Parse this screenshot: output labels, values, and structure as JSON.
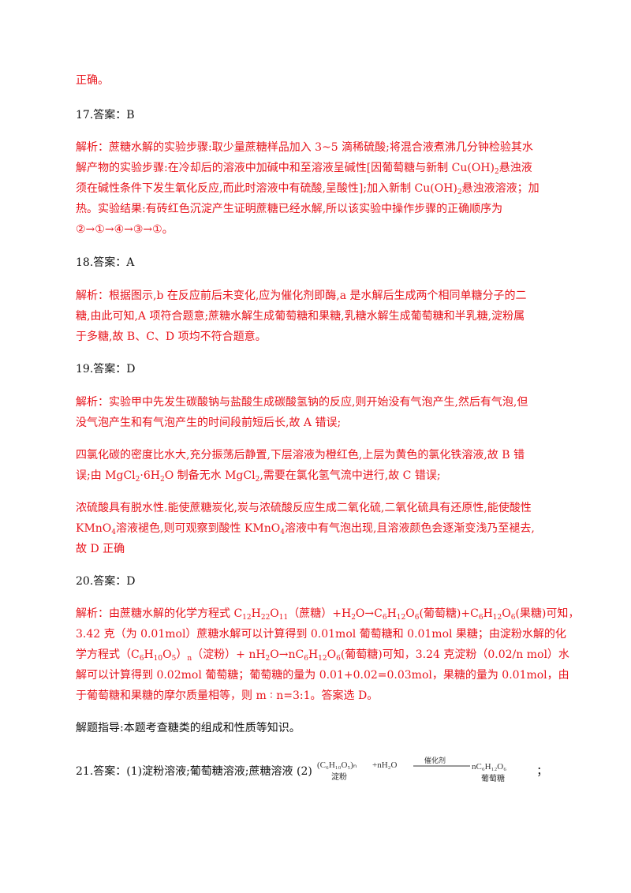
{
  "lines": {
    "l0": "正确。",
    "q17_head": "17.答案：B",
    "q17_a1": "解析：蔗糖水解的实验步骤:取少量蔗糖样品加入 3~5 滴稀硫酸;将混合液煮沸几分钟检验其水",
    "q17_a2_pre": "解产物的实验步骤:在冷却后的溶液中加碱中和至溶液呈碱性[因葡萄糖与新制 Cu(OH)",
    "q17_a2_post": "悬浊液",
    "q17_a3_pre": "须在碱性条件下发生氧化反应,而此时溶液中有硫酸,呈酸性];加入新制 Cu(OH)",
    "q17_a3_post": "悬浊液溶液；加",
    "q17_a4": "热。实验结果:有砖红色沉淀产生证明蔗糖已经水解,所以该实验中操作步骤的正确顺序为",
    "q17_a5": "②→①→④→③→①。",
    "q18_head": "18.答案：A",
    "q18_a1": "解析：根据图示,b 在反应前后未变化,应为催化剂即酶,a 是水解后生成两个相同单糖分子的二",
    "q18_a2": "糖,由此可知,A 项符合题意;蔗糖水解生成葡萄糖和果糖,乳糖水解生成葡萄糖和半乳糖,淀粉属",
    "q18_a3": "于多糖,故 B、C、D 项均不符合题意。",
    "q19_head": "19.答案：D",
    "q19_a1": "解析：实验甲中先发生碳酸钠与盐酸生成碳酸氢钠的反应,则开始没有气泡产生,然后有气泡,但",
    "q19_a2": "没气泡产生和有气泡产生的时间段前短后长,故 A 错误;",
    "q19_b1": "四氯化碳的密度比水大,充分振荡后静置,下层溶液为橙红色,上层为黄色的氯化铁溶液,故 B 错",
    "q19_b2_p1": "误;由 MgCl",
    "q19_b2_p2": "·6H",
    "q19_b2_p3": "O 制备无水 MgCl",
    "q19_b2_p4": ",需要在氯化氢气流中进行,故 C 错误;",
    "q19_c1": "浓硫酸具有脱水性.能使蔗糖炭化,炭与浓硫酸反应生成二氧化硫,二氧化硫具有还原性,能使酸性",
    "q19_c2_p1": "KMnO",
    "q19_c2_p2": "溶液褪色,则可观察到酸性 KMnO",
    "q19_c2_p3": "溶液中有气泡出现,且溶液颜色会逐渐变浅乃至褪去,",
    "q19_c3": "故 D 正确",
    "q20_head": "20.答案：D",
    "q20_a1_p1": "解析：由蔗糖水解的化学方程式 C",
    "q20_a1_p2": "H",
    "q20_a1_p3": "O",
    "q20_a1_p4": "（蔗糖）+H",
    "q20_a1_p5": "O→C",
    "q20_a1_p6": "H",
    "q20_a1_p7": "O",
    "q20_a1_p8": "(葡萄糖)+C",
    "q20_a1_p9": "H",
    "q20_a1_p10": "O",
    "q20_a1_p11": "(果糖)可知，",
    "q20_a2": "3.42 克（为 0.01mol）蔗糖水解可以计算得到 0.01mol 葡萄糖和 0.01mol 果糖；由淀粉水解的化",
    "q20_a3_p1": "学方程式（C",
    "q20_a3_p2": "H",
    "q20_a3_p3": "O",
    "q20_a3_p4": "）",
    "q20_a3_p5": "（淀粉）+ nH",
    "q20_a3_p6": "O→nC",
    "q20_a3_p7": "H",
    "q20_a3_p8": "O",
    "q20_a3_p9": "(葡萄糖)可知，3.24 克淀粉（0.02/n mol）水",
    "q20_a4": "解可以计算得到 0.02mol 葡萄糖；葡萄糖的量为 0.01+0.02=0.03mol，果糖的量为 0.01mol，由",
    "q20_a5": "于葡萄糖和果糖的摩尔质量相等，则 m ∶ n=3:1。答案选 D。",
    "guide": "解题指导:本题考查糖类的组成和性质等知识。",
    "q21_head": "21.答案：(1)淀粉溶液;葡萄糖溶液;蔗糖溶液  (2)",
    "q21_tail": "；"
  },
  "subs": {
    "two": "2",
    "four": "4",
    "twelve": "12",
    "twentytwo": "22",
    "eleven": "11",
    "six": "6",
    "ten": "10",
    "five": "5",
    "n": "n"
  },
  "equation": {
    "left": "(C₆H₁₀O₅)ₙ",
    "left_label": "淀粉",
    "plus": "+nH₂O",
    "catalyst": "催化剂",
    "right": "nC₆H₁₂O₆",
    "right_label": "葡萄糖"
  },
  "colors": {
    "answer_text": "#e8141c",
    "plain_text": "#111111"
  }
}
